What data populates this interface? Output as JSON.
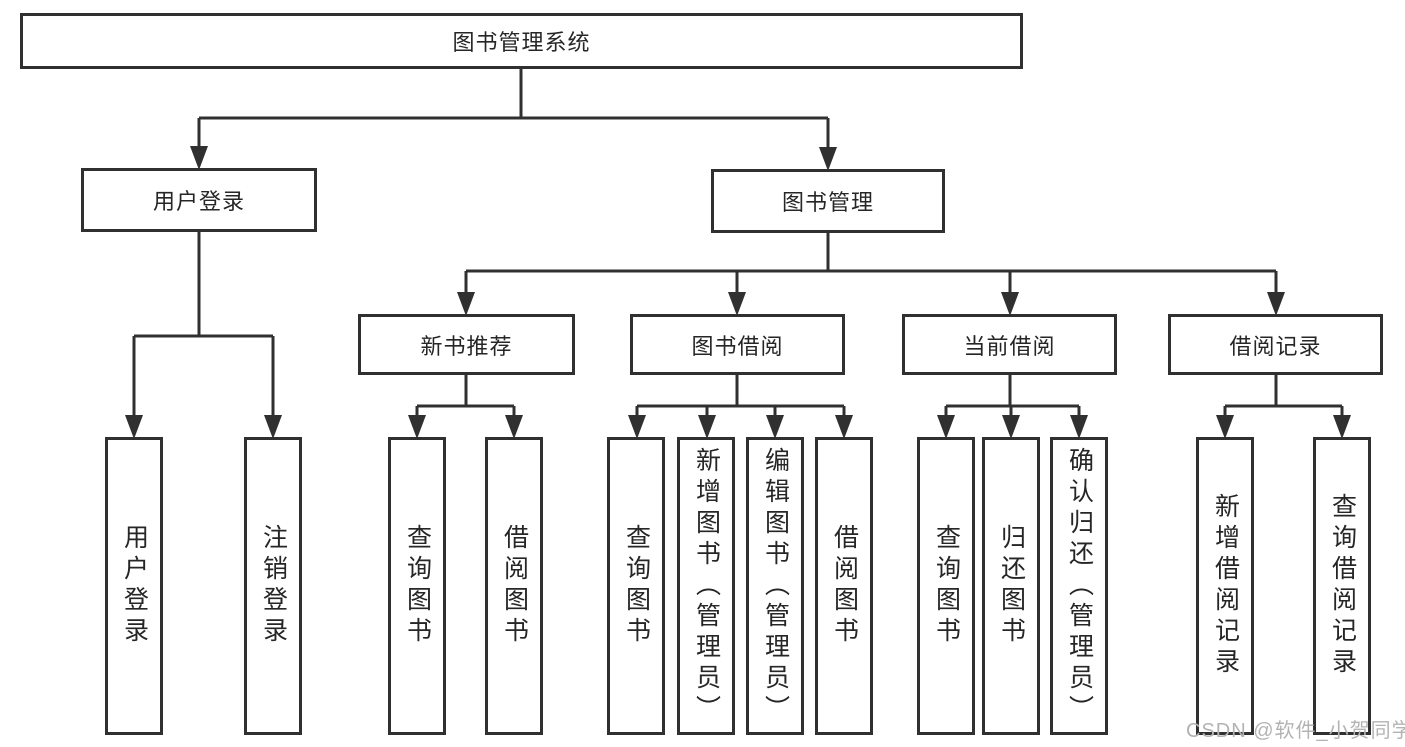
{
  "diagram": {
    "root": "图书管理系统",
    "level1": [
      {
        "label": "用户登录",
        "children": [
          "用户登录",
          "注销登录"
        ]
      },
      {
        "label": "图书管理",
        "children": [
          {
            "label": "新书推荐",
            "children": [
              "查询图书",
              "借阅图书"
            ]
          },
          {
            "label": "图书借阅",
            "children": [
              "查询图书",
              "新增图书（管理员）",
              "编辑图书（管理员）",
              "借阅图书"
            ]
          },
          {
            "label": "当前借阅",
            "children": [
              "查询图书",
              "归还图书",
              "确认归还（管理员）"
            ]
          },
          {
            "label": "借阅记录",
            "children": [
              "新增借阅记录",
              "查询借阅记录"
            ]
          }
        ]
      }
    ]
  },
  "watermark": {
    "text": "CSDN @软件_小贺同学"
  },
  "colors": {
    "line": "#303030",
    "text": "#262626",
    "watermark": "#b3b3b3",
    "background": "#ffffff"
  }
}
